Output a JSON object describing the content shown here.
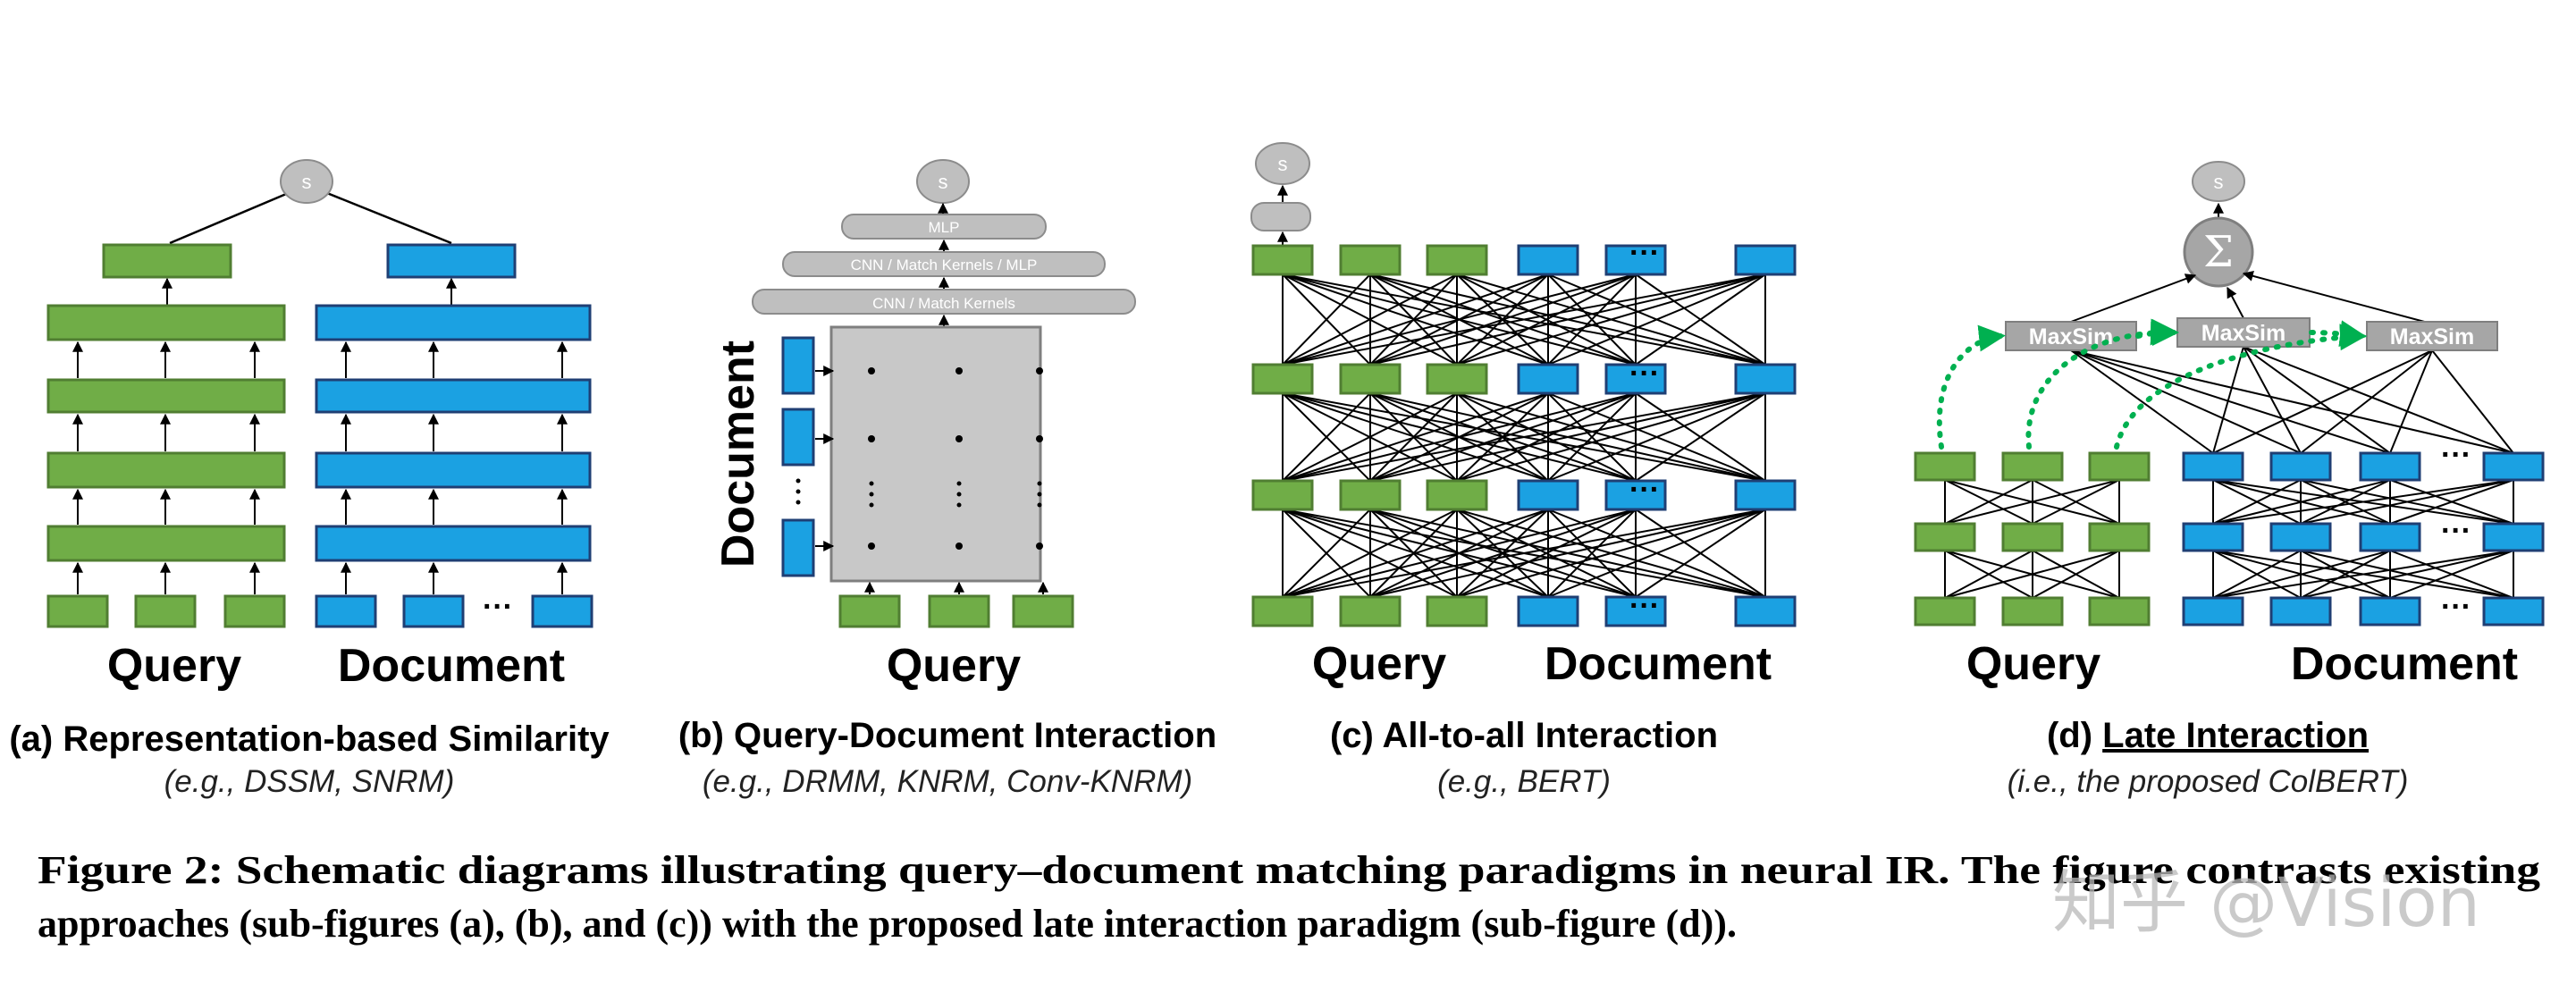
{
  "panels": {
    "a": {
      "score_label": "s",
      "query_label": "Query",
      "document_label": "Document",
      "ellipsis": "···",
      "caption_title": "(a) Representation-based Similarity",
      "caption_sub": "(e.g., DSSM, SNRM)"
    },
    "b": {
      "score_label": "s",
      "layer_mlp": "MLP",
      "layer_mid": "CNN  /  Match Kernels / MLP",
      "layer_low": "CNN  /  Match Kernels",
      "document_label": "Document",
      "query_label": "Query",
      "caption_title": "(b) Query-Document Interaction",
      "caption_sub": "(e.g., DRMM, KNRM, Conv-KNRM)"
    },
    "c": {
      "score_label": "s",
      "query_label": "Query",
      "document_label": "Document",
      "ellipsis": "···",
      "caption_title": "(c) All-to-all Interaction",
      "caption_sub": "(e.g., BERT)"
    },
    "d": {
      "score_label": "s",
      "sum_symbol": "Σ",
      "maxsim_label": "MaxSim",
      "query_label": "Query",
      "document_label": "Document",
      "ellipsis": "···",
      "caption_title_prefix": "(d) ",
      "caption_title_link": "Late Interaction",
      "caption_sub": "(i.e., the proposed ColBERT)"
    }
  },
  "figure_caption": {
    "line1": "Figure 2: Schematic diagrams illustrating query–document matching paradigms in neural IR. The figure contrasts existing",
    "line2": "approaches (sub-figures (a), (b), and (c)) with the proposed late interaction paradigm (sub-figure (d))."
  },
  "watermark": "知乎 @Vision",
  "colors": {
    "query_green": "#70ad47",
    "query_green_border": "#507e32",
    "doc_blue": "#1ba1e2",
    "doc_blue_border": "#1f3f74",
    "gray_node": "#bfbfbf",
    "gray_border": "#8c8c8c",
    "maxsim_gray": "#a6a6a6",
    "matrix_gray": "#c8c8c8",
    "dotted_green": "#00b050"
  }
}
